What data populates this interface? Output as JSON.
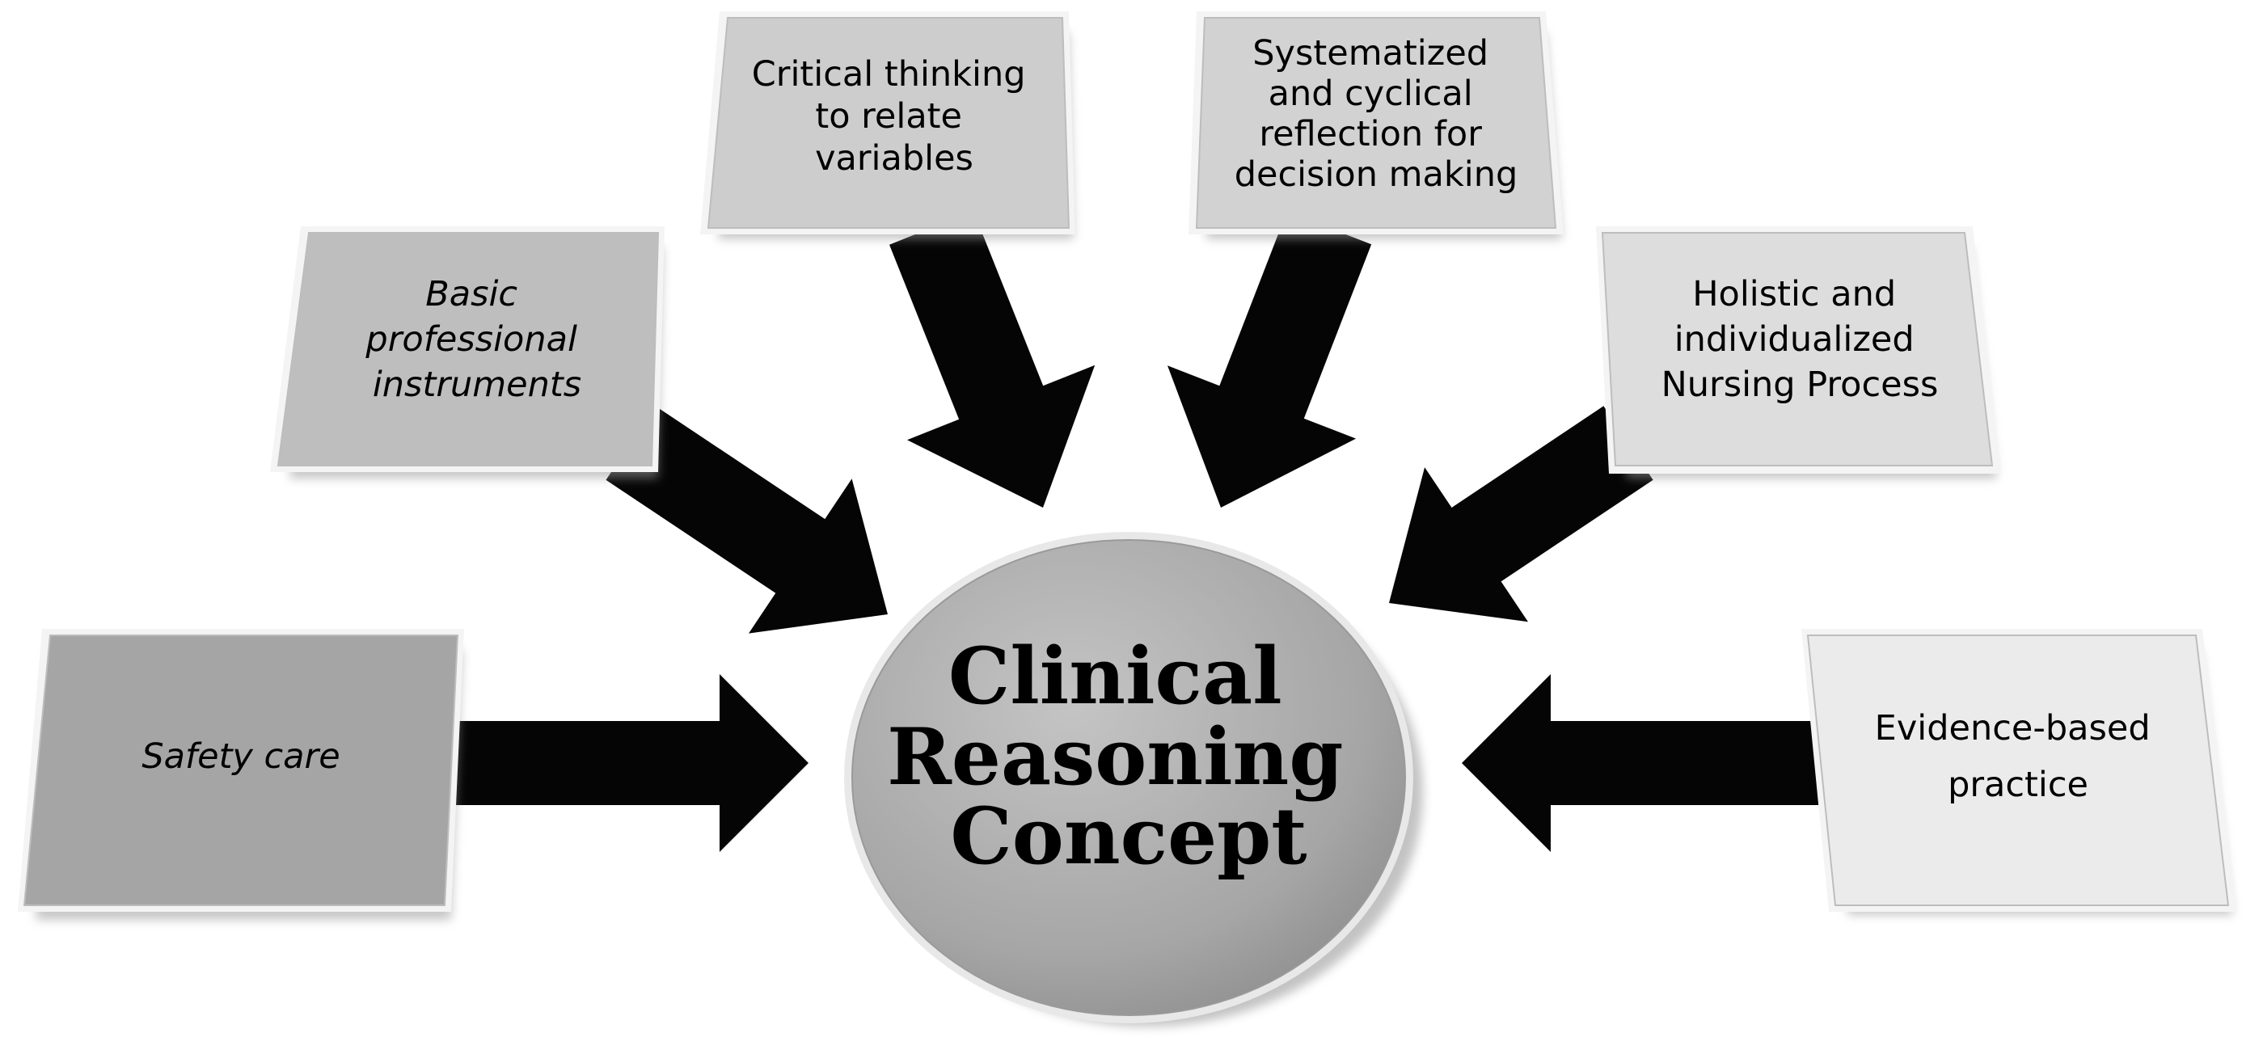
{
  "center": {
    "label_lines": [
      "Clinical",
      "Reasoning",
      "Concept"
    ]
  },
  "nodes": [
    {
      "id": "safety-care",
      "label_lines": [
        "Safety care"
      ],
      "italic": true
    },
    {
      "id": "basic-professional-instruments",
      "label_lines": [
        "Basic",
        "professional",
        "instruments"
      ],
      "italic": true
    },
    {
      "id": "critical-thinking",
      "label_lines": [
        "Critical thinking",
        "to relate",
        "variables"
      ],
      "italic": false
    },
    {
      "id": "systematized-reflection",
      "label_lines": [
        "Systematized",
        "and cyclical",
        "reflection for",
        "decision making"
      ],
      "italic": false
    },
    {
      "id": "holistic-nursing-process",
      "label_lines": [
        "Holistic and",
        "individualized",
        "Nursing Process"
      ],
      "italic": false
    },
    {
      "id": "evidence-based-practice",
      "label_lines": [
        "Evidence-based",
        "practice"
      ],
      "italic": false
    }
  ],
  "edges": [
    {
      "from": "safety-care",
      "to": "center"
    },
    {
      "from": "basic-professional-instruments",
      "to": "center"
    },
    {
      "from": "critical-thinking",
      "to": "center"
    },
    {
      "from": "systematized-reflection",
      "to": "center"
    },
    {
      "from": "holistic-nursing-process",
      "to": "center"
    },
    {
      "from": "evidence-based-practice",
      "to": "center"
    }
  ],
  "colors": {
    "arrow": "#050505",
    "center_fill": "#a8a8a8",
    "box_fills": [
      "#a5a5a5",
      "#bebebe",
      "#cdcdcd",
      "#d2d2d2",
      "#dddddd",
      "#ebebeb"
    ]
  }
}
